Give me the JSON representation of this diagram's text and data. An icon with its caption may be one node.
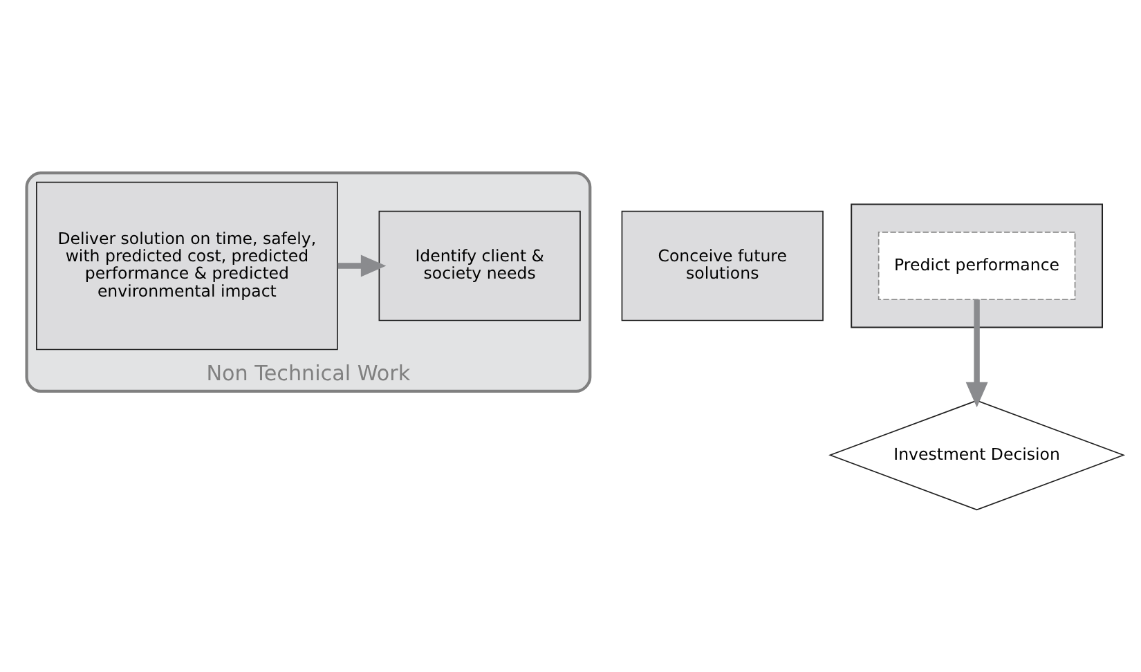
{
  "diagram": {
    "nodes": [
      {
        "text": [
          "Non Technical Work"
        ]
      },
      {
        "text": [
          "Identify client & society needs"
        ],
        "in": 0
      },
      {
        "text": [
          "Conceive future solutions"
        ]
      },
      {
        "text": [],
        "shape": "box"
      },
      {
        "text": [
          "Predict performance"
        ],
        "in": 3
      },
      {
        "text": [
          "Deliver solution on time, safely, with predicted cost, predicted performance & predicted environmental impact"
        ],
        "in": 0
      },
      {
        "text": [
          "Investment Decision"
        ]
      }
    ],
    "edges": [
      {
        "from": 4,
        "to": 6,
        "arrow": "to"
      },
      {
        "from": 5,
        "to": 1,
        "arrow": "to"
      }
    ]
  }
}
